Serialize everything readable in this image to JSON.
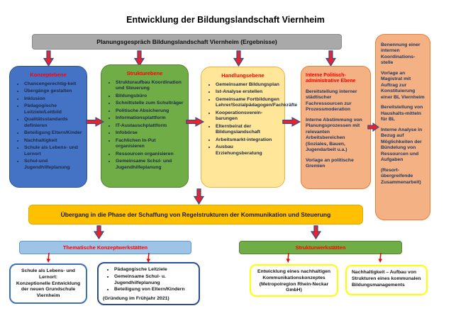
{
  "title": "Entwicklung der Bildungslandschaft Viernheim",
  "planning_banner": "Planungsgespräch Bildungslandschaft Viernheim (Ergebnisse)",
  "levels": {
    "konzept": {
      "header": "Konzeptebene",
      "items": [
        "Chancengerechtig-keit",
        "Übergänge gestalten",
        "Inklusion",
        "Pädagogische Leitziele/Leitbild",
        "Qualitätsstandards definieren",
        "Beteiligung Eltern/Kinder",
        "Nachhaltigkeit",
        "Schule als Lebens- und Lernort",
        "Schul-und Jugendhilfeplanung"
      ]
    },
    "struktur": {
      "header": "Strukturebene",
      "items": [
        "Strukturaufbau Koordination und Steuerung",
        "Bildungsbüro",
        "Schnittstelle zum Schulträger",
        "Politische Absicherung",
        "Informationsplattform",
        "IT-Austauschplattform",
        "Infobörse",
        "Fachlichen In-Put organisieren",
        "Ressourcen organisieren",
        "Gemeinsame Schul- und Jugendhilfeplanung"
      ]
    },
    "handlung": {
      "header": "Handlungsebene",
      "items": [
        "Gemeinsamer Bildungsplan",
        "Ist-Analyse erstellen",
        "Gemeinsame Fortbildungen Lehrer/Sozialpädagogen/Fachkräfte",
        "Kooperationsverein-barungen",
        "Elternbeirat der Bildungslandschaft",
        "Arbeitsmarkt-integration",
        "Ausbau Erziehungsberatung"
      ]
    },
    "intern": {
      "header": "Interne Politisch-administrative Ebene",
      "paragraphs": [
        "Bereitstellung interner städtischer Fachressourcen zur Prozessmoderation",
        "Interne Abstimmung von Planungsprozessen mit relevanten Arbeitsbereichen (Soziales, Bauen, Jugendarbeit u.a.)",
        "Vorlage an politische Gremien"
      ]
    }
  },
  "side_box": {
    "paragraphs": [
      "Benennung einer internen Koordinations-stelle",
      "Vorlage an Magistrat mit Auftrag zur Konstituierung einer BL Viernheim",
      "Bereitstellung von Haushalts-mitteln für BL",
      "Interne Analyse in Bezug auf Möglichkeiten der Bündelung von Ressourcen und Aufgaben",
      "(Resort-übergreifende Zusammenarbeit)"
    ]
  },
  "transition_banner": "Übergang in die Phase der Schaffung von Regelstrukturen der Kommunikation und Steuerung",
  "workshops": {
    "thematisch": {
      "header": "Thematische Konzeptwerkstätten"
    },
    "struktur": {
      "header": "Strukturwerkstätten"
    }
  },
  "bottom_boxes": {
    "schule": {
      "line1": "Schule als Lebens- und Lernort:",
      "line2": "Konzeptionelle Entwicklung der neuen Grundschule Viernheim"
    },
    "leitziele": {
      "items": [
        "Pädagogische Leitziele",
        "Gemeinsame Schul- u. Jugendhilfeplanung",
        "Beteiligung von Eltern/Kindern"
      ],
      "footnote": "(Gründung im Frühjahr 2021)"
    },
    "kommunikation": {
      "text": "Entwicklung eines nachhaltigen Kommunikationskonzeptes (Metropolregion Rhein-Neckar GmbH)"
    },
    "nachhaltigkeit": {
      "text": "Nachhaltigkeit – Aufbau von Strukturen eines kommunalen Bildungsmanagements"
    }
  },
  "colors": {
    "konzept_fill": "#4472C4",
    "struktur_fill": "#70AD47",
    "handlung_fill": "#FFE699",
    "intern_fill": "#F4B183",
    "side_fill": "#F4B183",
    "gray_fill": "#A9A9A9",
    "banner_fill": "#FFC000",
    "workshop_blue_fill": "#9DC3E6",
    "workshop_green_fill": "#70AD47",
    "header_text_red": "#FF0000",
    "arrow_red": "#E8232B",
    "arrow_outline_blue": "#2F4B8F",
    "yellow_border": "#FFFF00"
  }
}
